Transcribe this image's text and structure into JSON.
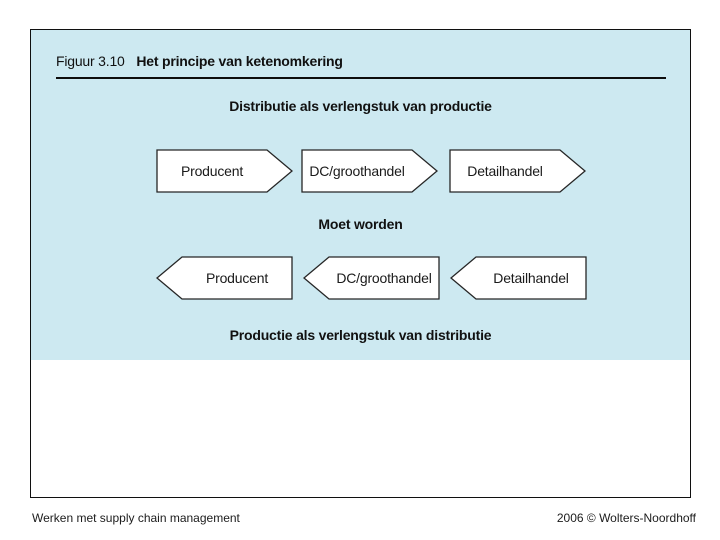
{
  "slide": {
    "figure_label": "Figuur 3.10",
    "figure_title": "Het principe van ketenomkering",
    "top_heading": "Distributie als verlengstuk van productie",
    "middle_text": "Moet worden",
    "bottom_heading": "Productie als verlengstuk van distributie",
    "chain_forward": [
      "Producent",
      "DC/groothandel",
      "Detailhandel"
    ],
    "chain_reverse": [
      "Producent",
      "DC/groothandel",
      "Detailhandel"
    ]
  },
  "footer": {
    "left": "Werken met supply chain management",
    "right": "2006 © Wolters-Noordhoff"
  },
  "colors": {
    "panel_blue": "#cde9f1",
    "box_border": "#101010",
    "arrow_fill": "#ffffff",
    "arrow_stroke": "#262626"
  }
}
